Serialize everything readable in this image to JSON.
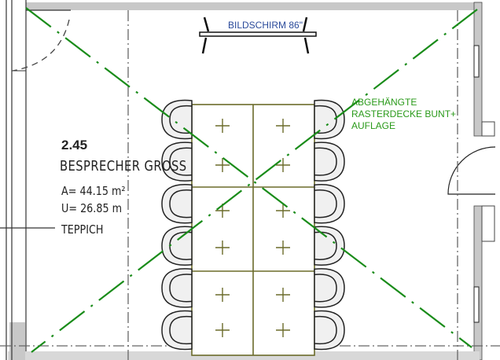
{
  "room": {
    "number": "2.45",
    "name": "BESPRECHER GROSS",
    "area": "A=  44.15  m²",
    "perimeter": "U=  26.85  m",
    "flooring": "TEPPICH"
  },
  "annotations": {
    "screen": "BILDSCHIRM 86\"",
    "ceiling": [
      "ABGEHÄNGTE",
      "RASTERDECKE BUNT+",
      "AUFLAGE"
    ]
  },
  "colors": {
    "wall": "#c8c8c8",
    "table": "#6b6b2a",
    "ceiling_mark": "#1a8c1a",
    "chair": "#f0f0f0"
  },
  "furniture": {
    "table_modules": 6,
    "chairs_per_side": 6
  }
}
